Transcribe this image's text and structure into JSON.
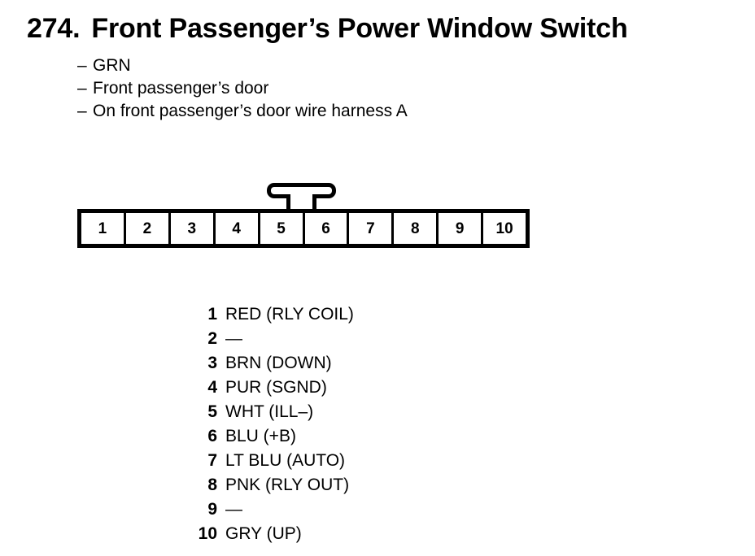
{
  "header": {
    "number": "274.",
    "title": "Front Passenger’s Power Window Switch",
    "specs": [
      {
        "dash": "–",
        "label": "GRN"
      },
      {
        "dash": "–",
        "label": "Front passenger’s door"
      },
      {
        "dash": "–",
        "label": "On front passenger’s door wire harness A"
      }
    ]
  },
  "connector": {
    "name": "10-pin connector",
    "latch": "retention-tab",
    "pins": [
      "1",
      "2",
      "3",
      "4",
      "5",
      "6",
      "7",
      "8",
      "9",
      "10"
    ]
  },
  "legend": {
    "rows": [
      {
        "pin": "1",
        "desc": "RED (RLY COIL)"
      },
      {
        "pin": "2",
        "desc": "—"
      },
      {
        "pin": "3",
        "desc": "BRN (DOWN)"
      },
      {
        "pin": "4",
        "desc": "PUR (SGND)"
      },
      {
        "pin": "5",
        "desc": "WHT (ILL–)"
      },
      {
        "pin": "6",
        "desc": "BLU (+B)"
      },
      {
        "pin": "7",
        "desc": "LT BLU (AUTO)"
      },
      {
        "pin": "8",
        "desc": "PNK (RLY OUT)"
      },
      {
        "pin": "9",
        "desc": "—"
      },
      {
        "pin": "10",
        "desc": "GRY (UP)"
      }
    ]
  },
  "colors": {
    "ink": "#000000",
    "paper": "#ffffff"
  }
}
